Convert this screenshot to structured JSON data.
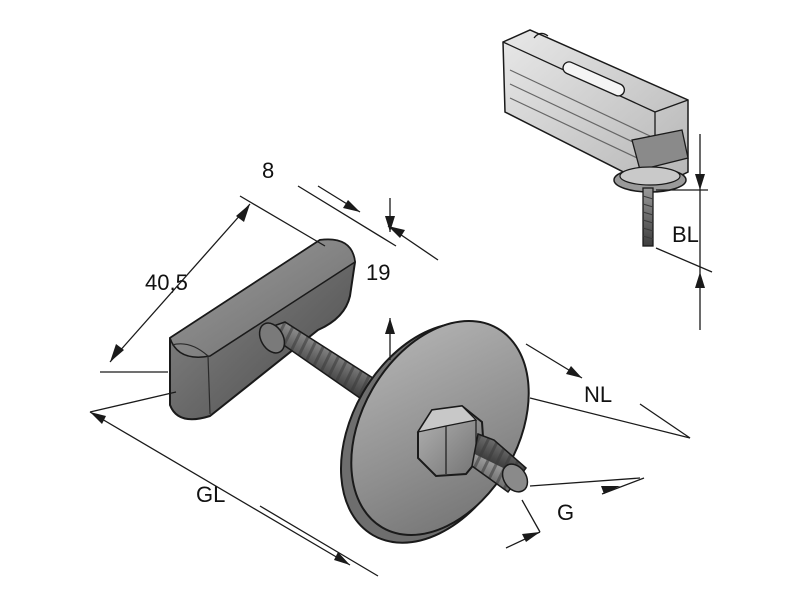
{
  "dimensions": {
    "width": "8",
    "length": "40,5",
    "height": "19",
    "gl": "GL",
    "nl": "NL",
    "g": "G",
    "bl": "BL"
  },
  "colors": {
    "metal_light": "#d9d9d9",
    "metal_mid": "#a8a8a8",
    "metal_dark": "#5a5a5a",
    "line": "#1a1a1a"
  }
}
